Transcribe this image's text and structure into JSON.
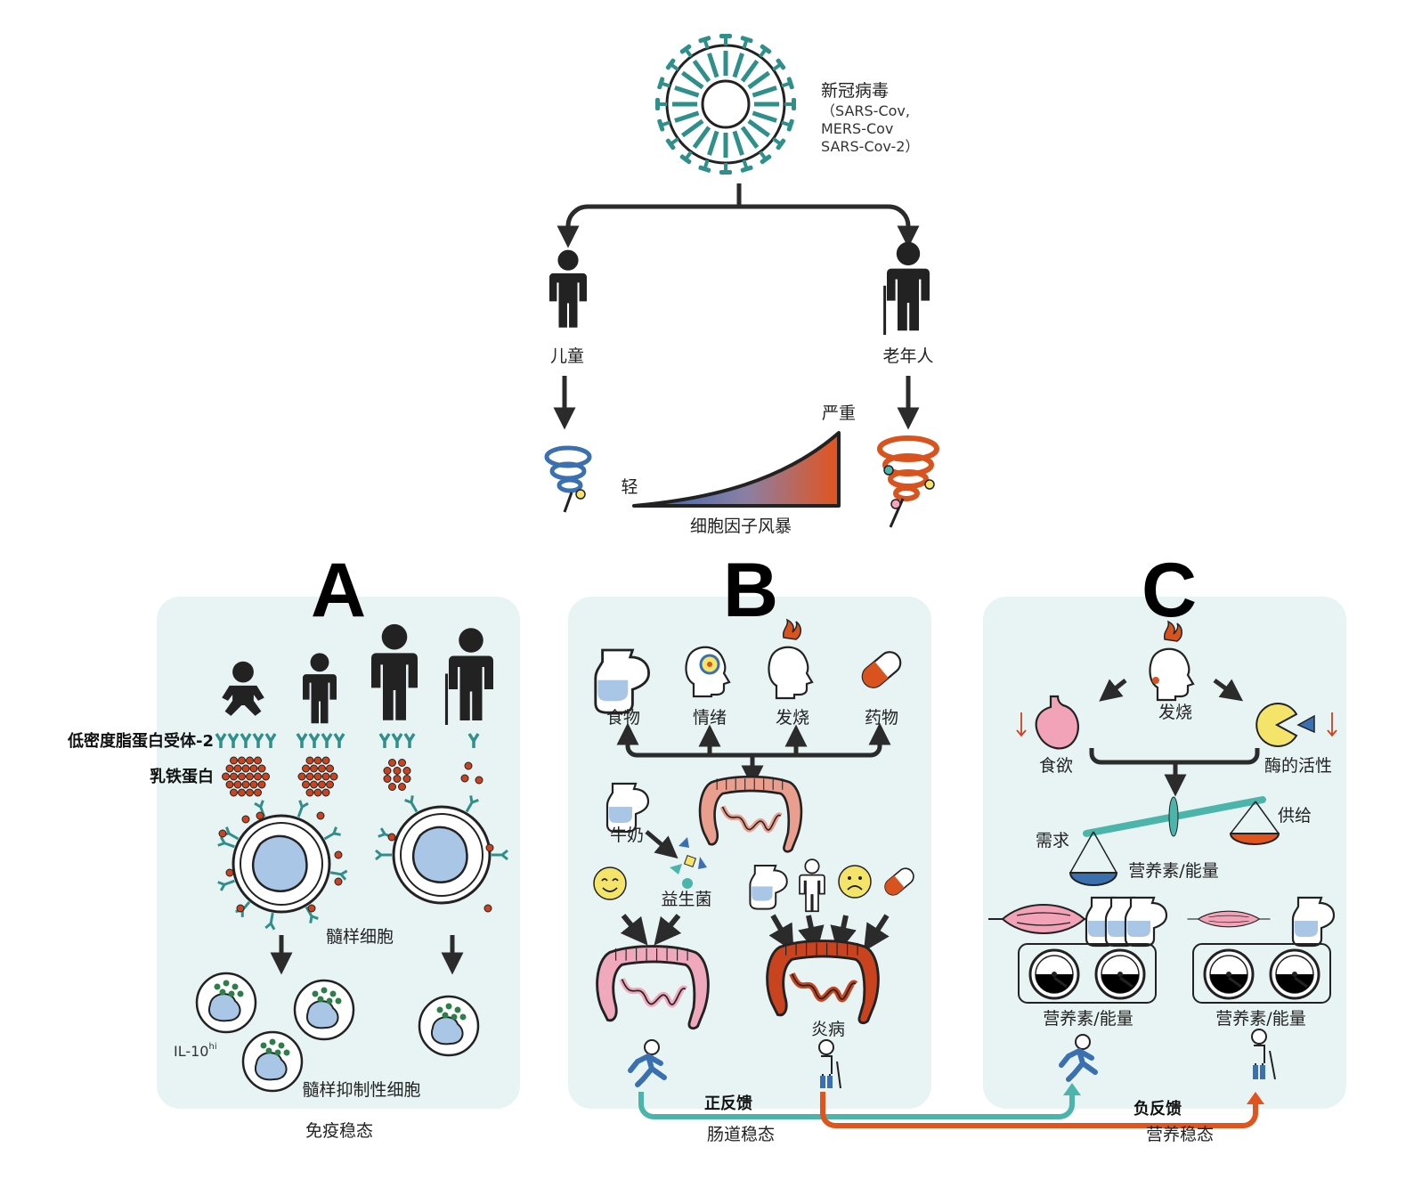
{
  "virus": {
    "title": "新冠病毒",
    "line1": "（SARS-Cov,",
    "line2": "MERS-Cov",
    "line3": "SARS-Cov-2）"
  },
  "top": {
    "child": "儿童",
    "elderly": "老年人",
    "mild": "轻",
    "severe": "严重",
    "storm": "细胞因子风暴"
  },
  "panels": {
    "a": {
      "letter": "A",
      "receptor_label": "低密度脂蛋白受体-2",
      "lactoferrin_label": "乳铁蛋白",
      "myeloid": "髓样细胞",
      "il10": "IL-10",
      "il10_sup": "hi",
      "mdsc": "髓样抑制性细胞",
      "caption": "免疫稳态"
    },
    "b": {
      "letter": "B",
      "food": "食物",
      "emotion": "情绪",
      "fever": "发烧",
      "drug": "药物",
      "milk": "牛奶",
      "probiotics": "益生菌",
      "inflammation": "炎病",
      "feedback": "正反馈",
      "caption": "肠道稳态"
    },
    "c": {
      "letter": "C",
      "fever": "发烧",
      "appetite": "食欲",
      "enzyme": "酶的活性",
      "demand": "需求",
      "supply": "供给",
      "nutrient_energy": "营养素/能量",
      "nutrient_left": "营养素/能量",
      "nutrient_right": "营养素/能量",
      "feedback": "负反馈",
      "caption": "营养稳态"
    }
  },
  "colors": {
    "panel_bg": "#e8f4f4",
    "virus": "#2f8f8a",
    "blue": "#3a6fb0",
    "orange": "#d9531e",
    "teal_arrow": "#4bb5ab",
    "cell_nucleus": "#a9c6e6",
    "intestine_pink": "#f0a8bd",
    "intestine_red": "#c9431f",
    "dark": "#2b2b2b"
  }
}
